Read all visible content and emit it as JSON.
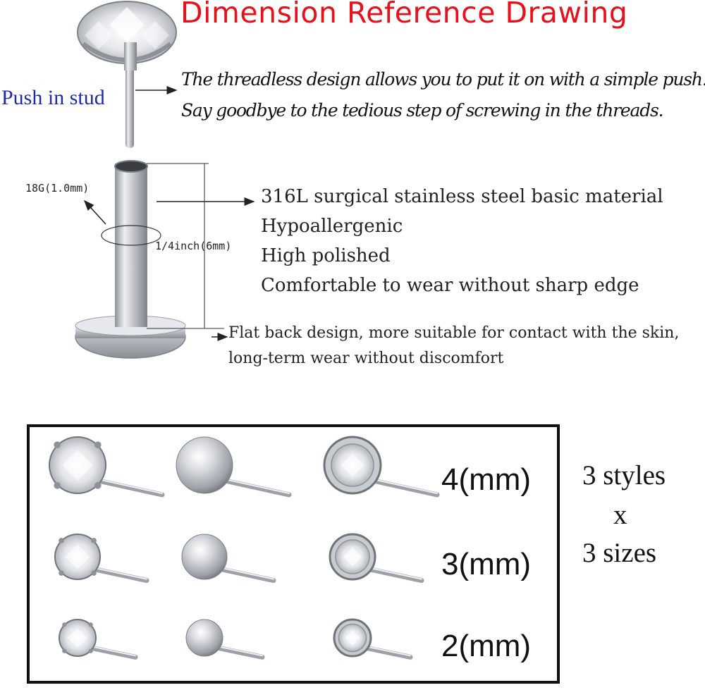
{
  "header": {
    "title": "Dimension Reference Drawing"
  },
  "push_stud": {
    "label": "Push in stud",
    "desc_line1": "The threadless design allows you to put it on with a simple push.",
    "desc_line2": "Say goodbye to the tedious step of screwing in the threads."
  },
  "post": {
    "gauge_label": "18G(1.0mm)",
    "length_label": "1/4inch(6mm)",
    "features": [
      "316L surgical stainless steel basic material",
      "Hypoallergenic",
      "High polished",
      "Comfortable to wear without sharp edge"
    ],
    "flat_back_line1": "Flat back design, more suitable for contact with the skin,",
    "flat_back_line2": "long-term wear without discomfort"
  },
  "sizes": {
    "rows": [
      "4(mm)",
      "3(mm)",
      "2(mm)"
    ],
    "styles_line1": "3 styles",
    "styles_line2": "x",
    "styles_line3": "3 sizes"
  },
  "colors": {
    "title_red": "#e8101a",
    "label_blue": "#1f2aa8",
    "steel": "#b8bcc2"
  }
}
